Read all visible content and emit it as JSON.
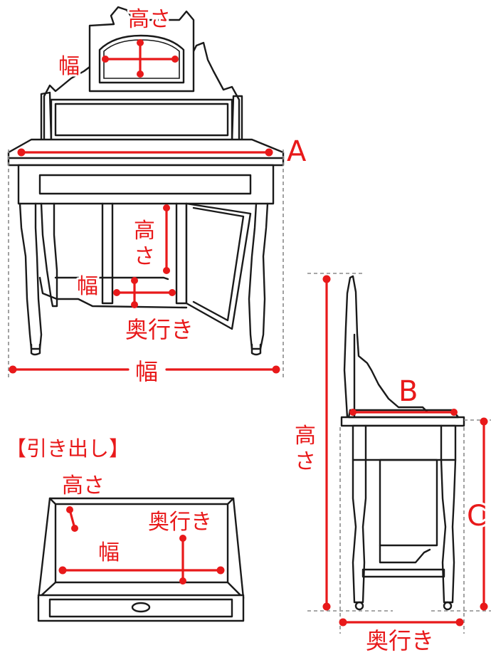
{
  "labels": {
    "mirror_height": "高さ",
    "mirror_width": "幅",
    "top_width": "A",
    "cabinet_height": "高さ",
    "cabinet_width": "幅",
    "cabinet_depth": "奥行き",
    "overall_width": "幅",
    "drawer_title": "【引き出し】",
    "drawer_height": "高さ",
    "drawer_depth": "奥行き",
    "drawer_width": "幅",
    "side_top_depth": "B",
    "side_overall_height": "高さ",
    "side_table_height": "C",
    "side_overall_depth": "奥行き"
  },
  "colors": {
    "measure": "#e8191a",
    "outline": "#1a1a1a",
    "guide": "#8a8a8a"
  }
}
